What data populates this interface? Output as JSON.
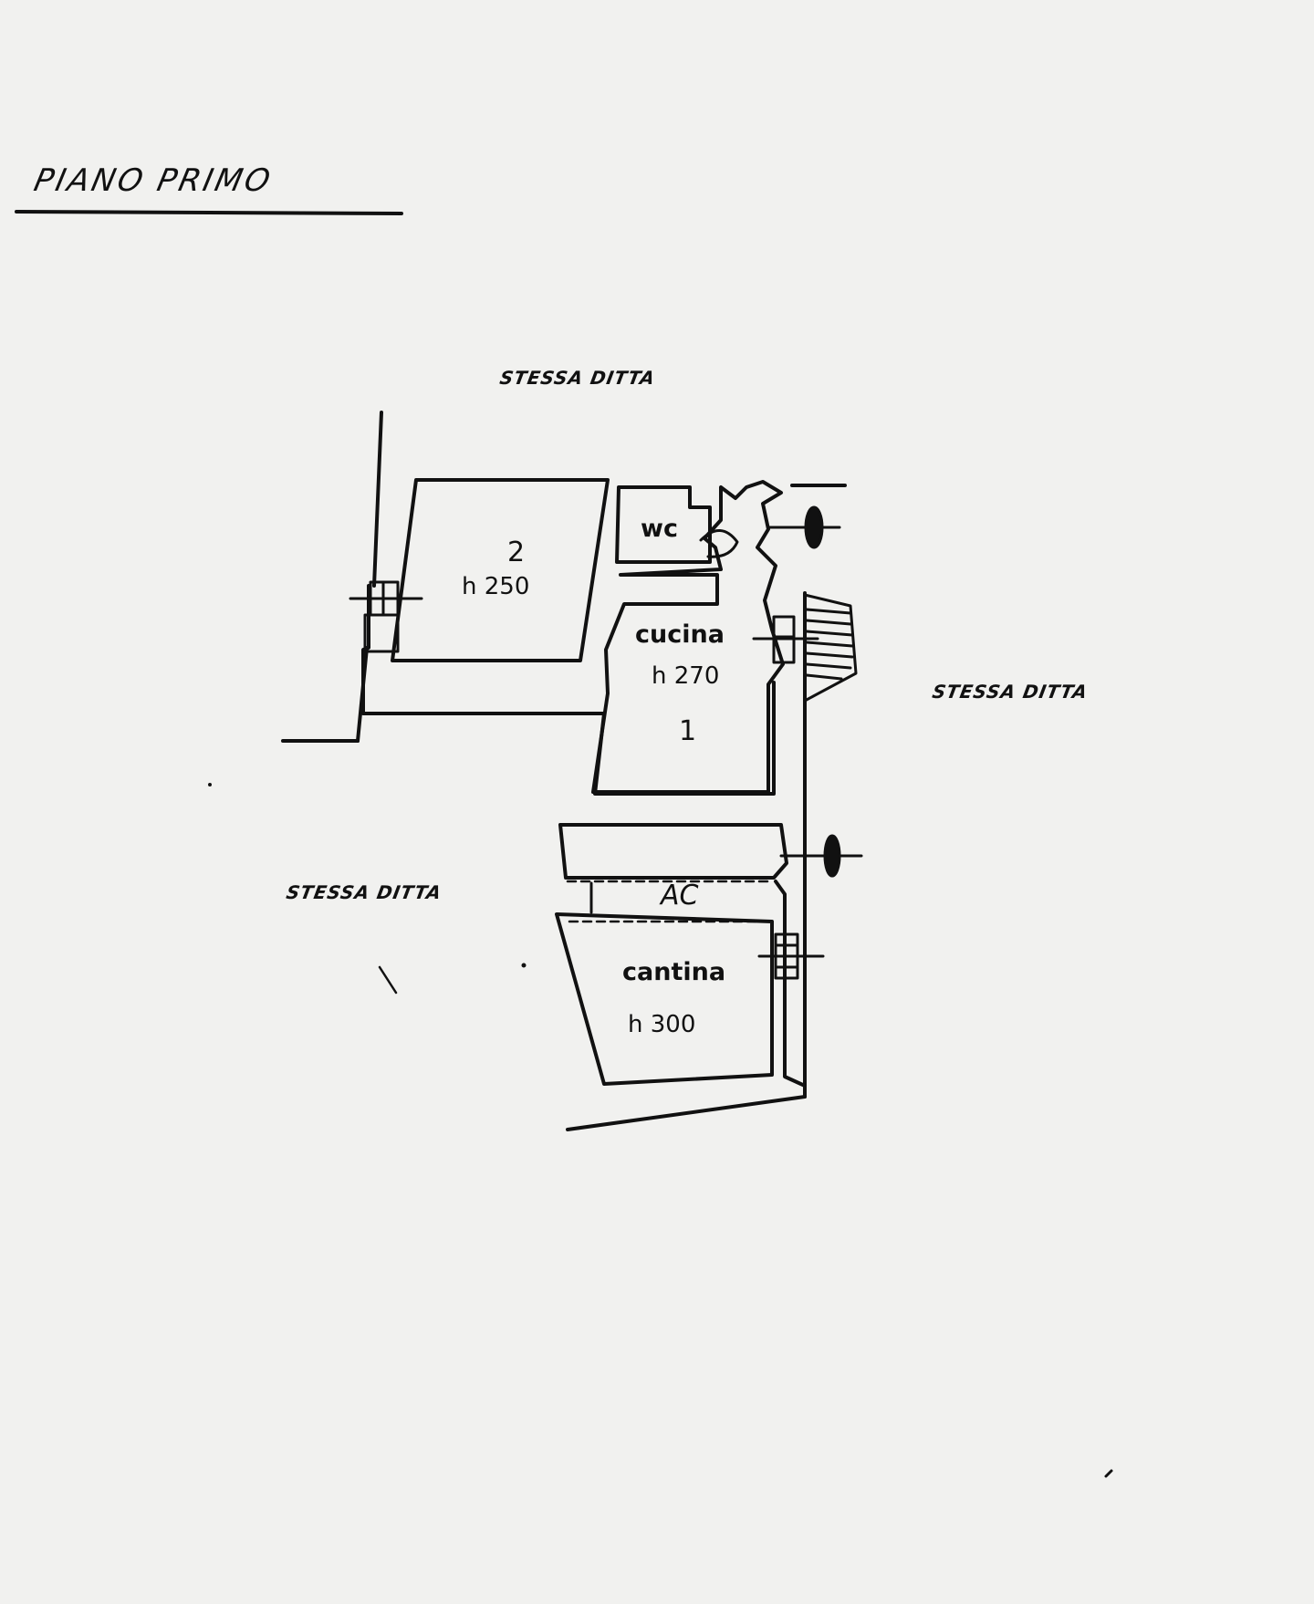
{
  "title": "PIANO PRIMO",
  "neighbor_labels": {
    "top": "STESSA DITTA",
    "right": "STESSA DITTA",
    "left": "STESSA DITTA"
  },
  "rooms": {
    "room_left": {
      "mark": "2",
      "height": "h 250"
    },
    "wc": {
      "name": "wc"
    },
    "kitchen": {
      "name": "cucina",
      "height": "h 270",
      "mark": "1"
    },
    "corridor": {
      "mark": "AC"
    },
    "cellar": {
      "name": "cantina",
      "height": "h 300"
    }
  },
  "colors": {
    "ink": "#111111",
    "paper": "#f1f1ef"
  }
}
